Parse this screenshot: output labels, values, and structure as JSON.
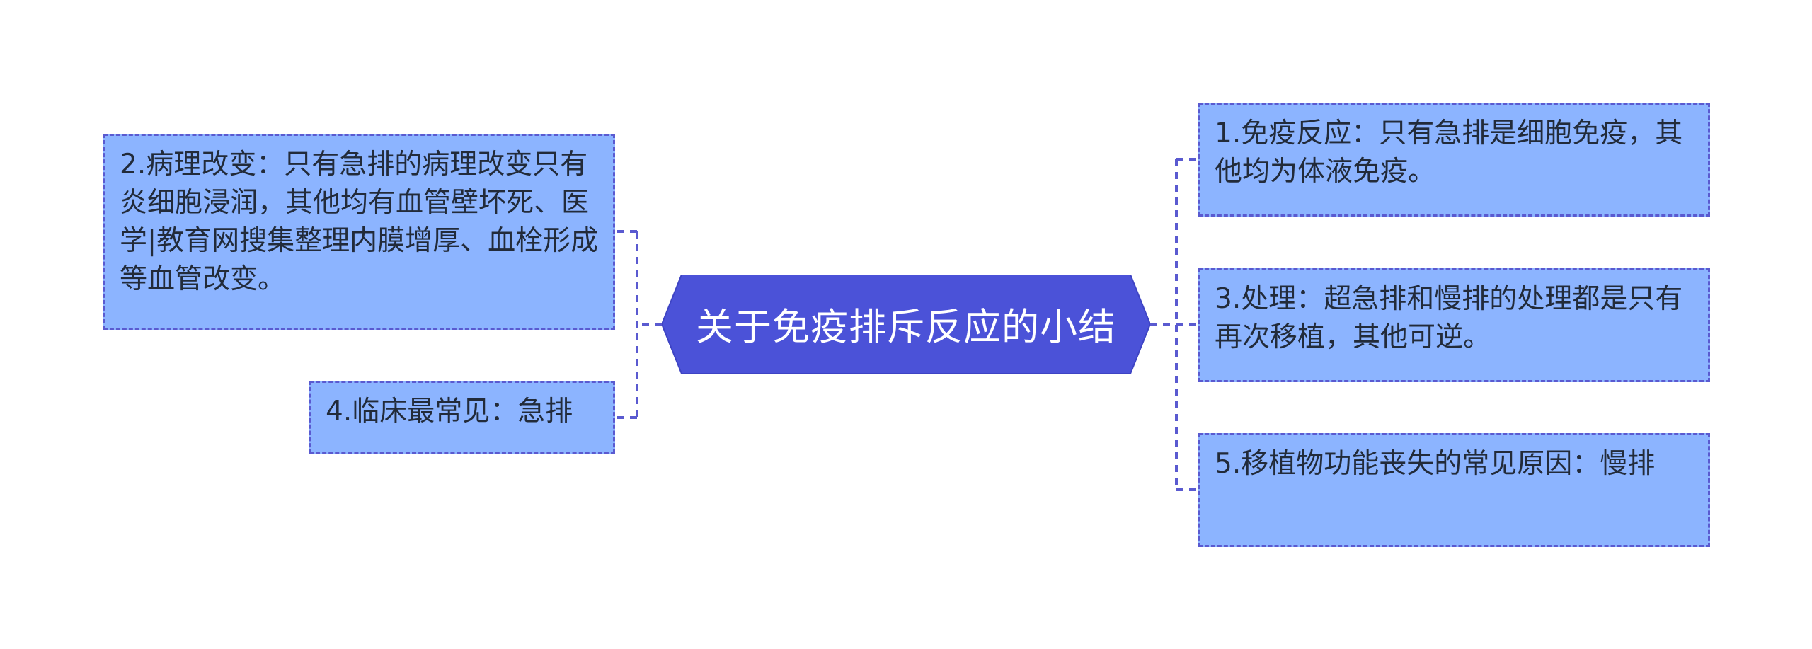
{
  "central_topic": "关于免疫排斥反应的小结",
  "left_branches": [
    {
      "text": "2.病理改变：只有急排的病理改变只有炎细胞浸润，其他均有血管壁坏死、医学|教育网搜集整理内膜增厚、血栓形成等血管改变。"
    },
    {
      "text": "4.临床最常见：急排"
    }
  ],
  "right_branches": [
    {
      "text": "1.免疫反应：只有急排是细胞免疫，其他均为体液免疫。"
    },
    {
      "text": "3.处理：超急排和慢排的处理都是只有再次移植，其他可逆。"
    },
    {
      "text": "5.移植物功能丧失的常见原因：慢排"
    }
  ],
  "colors": {
    "central_fill": "#4b52d8",
    "node_fill": "#8cb4ff",
    "node_border": "#5a5ad0",
    "connector": "#5a5ad0",
    "text": "#222b3a"
  }
}
